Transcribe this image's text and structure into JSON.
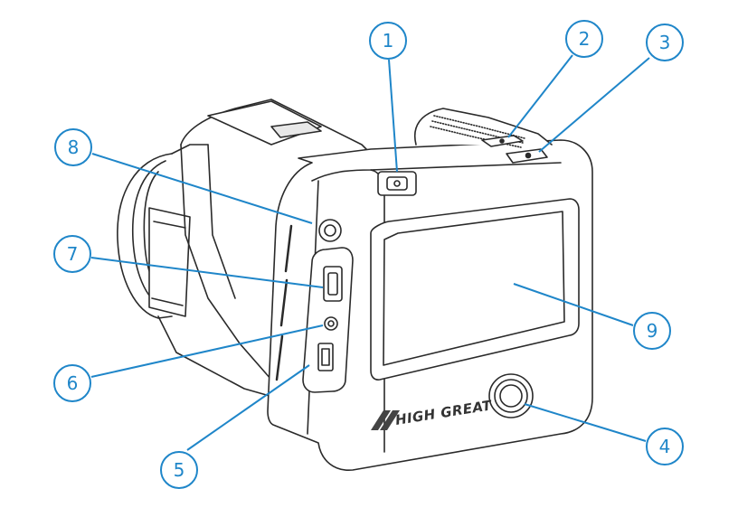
{
  "diagram": {
    "brand_logo": "HG",
    "brand_name": "HIGH GREAT",
    "line_color": "#2a2a2a",
    "callout_color": "#1f86c9",
    "callouts": [
      {
        "label": "1",
        "icon": "power-button"
      },
      {
        "label": "2",
        "icon": "top-button-left"
      },
      {
        "label": "3",
        "icon": "top-button-right"
      },
      {
        "label": "4",
        "icon": "round-record-button"
      },
      {
        "label": "5",
        "icon": "usb-port"
      },
      {
        "label": "6",
        "icon": "audio-jack"
      },
      {
        "label": "7",
        "icon": "hdmi-port"
      },
      {
        "label": "8",
        "icon": "round-connector"
      },
      {
        "label": "9",
        "icon": "display-screen"
      }
    ]
  }
}
